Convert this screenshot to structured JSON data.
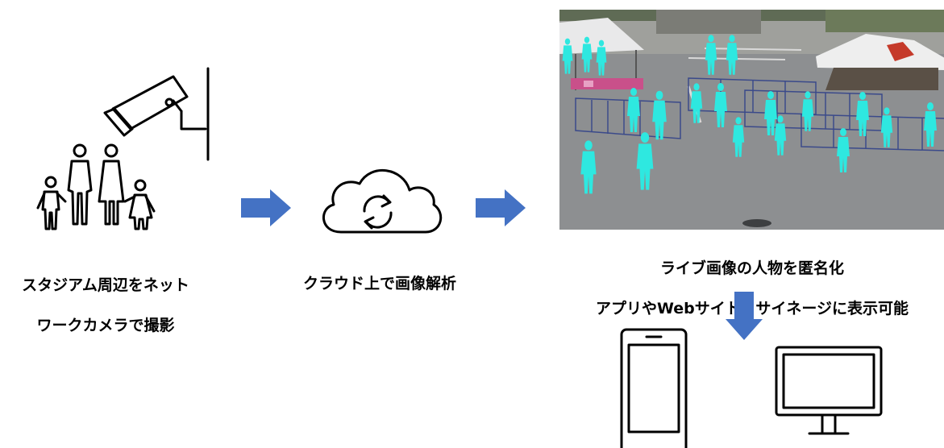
{
  "steps": [
    {
      "caption_line1": "スタジアム周辺をネット",
      "caption_line2": "ワークカメラで撮影"
    },
    {
      "caption": "クラウド上で画像解析"
    },
    {
      "caption_line1": "ライブ画像の人物を匿名化",
      "caption_line2": "アプリやWebサイト、サイネージに表示可能"
    }
  ],
  "colors": {
    "arrow": "#4472c4",
    "figure": "#2ee8e0",
    "ground": "#8d8f91"
  },
  "icons": [
    "surveillance-camera-icon",
    "family-icon",
    "cloud-sync-icon",
    "smartphone-icon",
    "monitor-icon"
  ]
}
